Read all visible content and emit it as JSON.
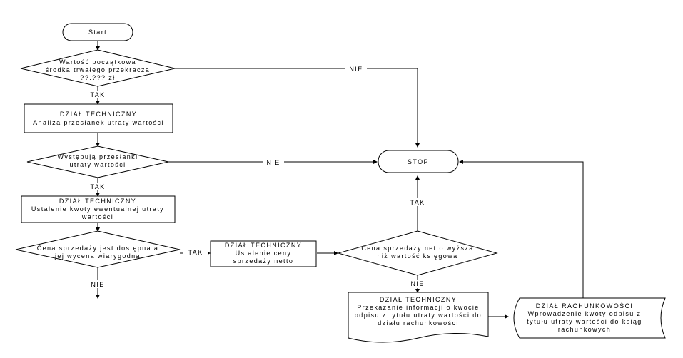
{
  "nodes": {
    "start": "Start",
    "d1": [
      "Wartość początkowa",
      "środka trwałego przekracza",
      "??.??? zł"
    ],
    "p1": [
      "DZIAŁ TECHNICZNY",
      "Analiza przesłanek utraty wartości"
    ],
    "d2": [
      "Występują przesłanki",
      "utraty wartości"
    ],
    "p2": [
      "DZIAŁ TECHNICZNY",
      "Ustalenie kwoty ewentualnej utraty",
      "wartości"
    ],
    "d3": [
      "Cena sprzedaży jest dostępna a",
      "jej wycena wiarygodna"
    ],
    "p3": [
      "DZIAŁ TECHNICZNY",
      "Ustalenie ceny",
      "sprzedaży netto"
    ],
    "d4": [
      "Cena sprzedaży netto wyższa",
      "niż wartość księgowa"
    ],
    "stop": "STOP",
    "doc1": [
      "DZIAŁ TECHNICZNY",
      "Przekazanie informacji o kwocie",
      "odpisu z tytułu utraty wartości do",
      "działu rachunkowości"
    ],
    "doc2": [
      "DZIAŁ RACHUNKOWOŚCI",
      "Wprowadzenie kwoty odpisu z",
      "tytułu utraty wartości do ksiąg",
      "rachunkowych"
    ]
  },
  "labels": {
    "tak1": "TAK",
    "nie1": "NIE",
    "tak2": "TAK",
    "nie2": "NIE",
    "tak3": "TAK",
    "nie3": "NIE",
    "tak4": "TAK",
    "nie4": "NIE"
  }
}
